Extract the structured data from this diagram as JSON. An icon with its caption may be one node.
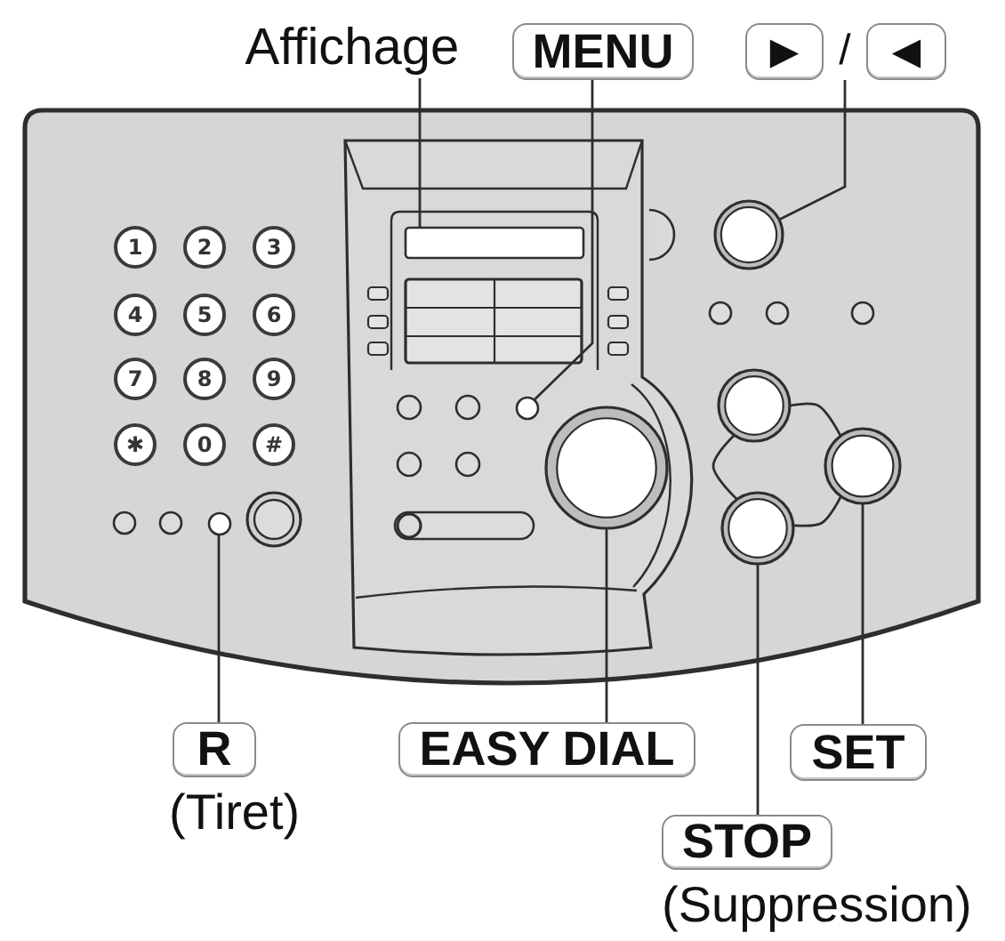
{
  "diagram": {
    "nodes": [
      {
        "text": [
          "Affichage"
        ]
      },
      {
        "text": [
          "MENU"
        ]
      },
      {
        "text": [
          "►",
          "/",
          "◄"
        ]
      },
      {
        "text": [],
        "shape": "box"
      },
      {
        "text": [],
        "shape": "circle"
      },
      {
        "text": [],
        "shape": "circle"
      },
      {
        "text": [],
        "shape": "circle"
      },
      {
        "text": [],
        "shape": "circle"
      },
      {
        "text": [],
        "shape": "circle"
      },
      {
        "text": [],
        "shape": "circle"
      },
      {
        "text": [],
        "shape": "circle"
      },
      {
        "text": [
          "R"
        ],
        "beside": [
          "(Tiret)"
        ]
      },
      {
        "text": [
          "EASY DIAL"
        ]
      },
      {
        "text": [
          "SET"
        ]
      },
      {
        "text": [
          "STOP"
        ],
        "beside": [
          "(Suppression)"
        ]
      }
    ],
    "edges": [
      {
        "from": 0,
        "to": 3,
        "arrow": "none"
      },
      {
        "from": 1,
        "to": 5,
        "arrow": "none"
      },
      {
        "from": 2,
        "to": 4,
        "arrow": "none"
      },
      {
        "from": 11,
        "to": 10,
        "arrow": "none"
      },
      {
        "from": 12,
        "to": 8,
        "arrow": "none"
      },
      {
        "from": 13,
        "to": 7,
        "arrow": "none"
      },
      {
        "from": 14,
        "to": 9,
        "arrow": "none"
      },
      {
        "from": 6,
        "to": 7,
        "arrow": "none"
      },
      {
        "from": 6,
        "to": 9,
        "arrow": "none"
      },
      {
        "from": 9,
        "to": 7,
        "arrow": "none"
      }
    ],
    "labels": [
      "1",
      "2",
      "3",
      "4",
      "5",
      "6",
      "7",
      "8",
      "9",
      "✱",
      "0",
      "#"
    ]
  }
}
